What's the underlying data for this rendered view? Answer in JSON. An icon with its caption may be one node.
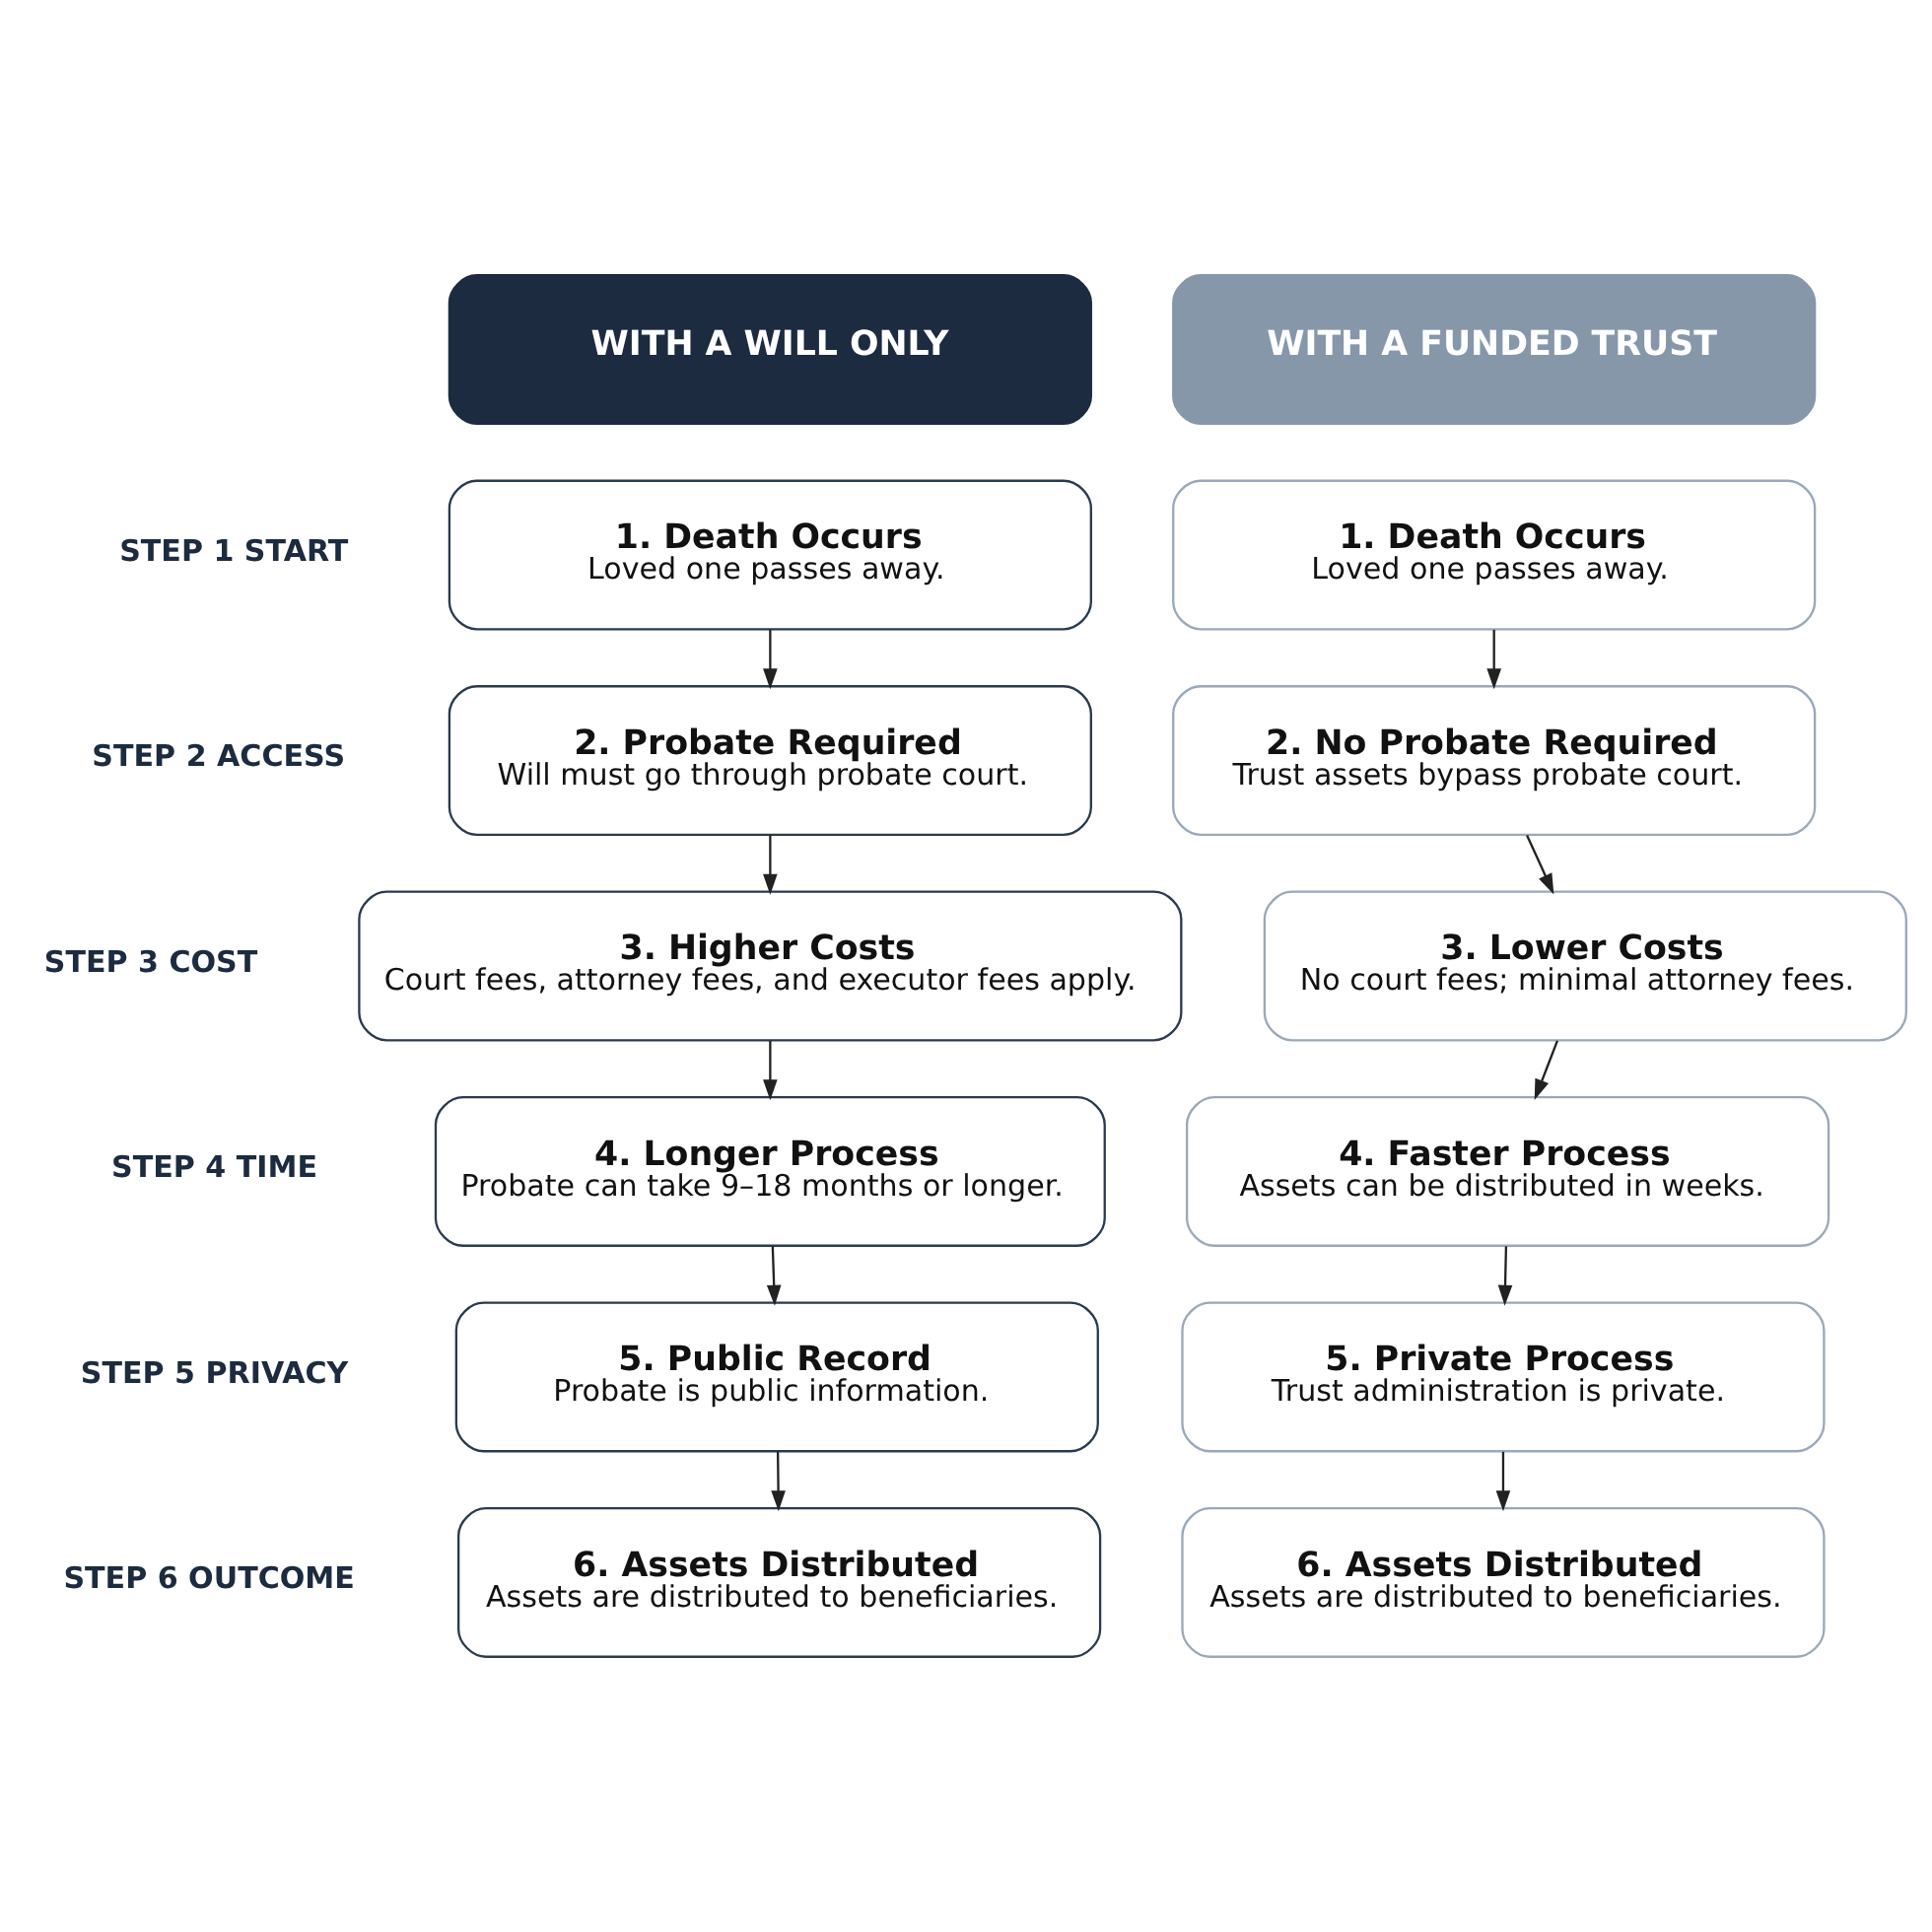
{
  "diagram": {
    "nodes": [
      {
        "text": [
          "WITH A WILL ONLY"
        ]
      },
      {
        "text": [
          "WITH A FUNDED TRUST"
        ]
      },
      {
        "text": [
          "1. Death Occurs",
          "Loved one passes away."
        ]
      },
      {
        "text": [
          "1. Death Occurs",
          "Loved one passes away."
        ]
      },
      {
        "text": [
          "2. Probate Required",
          "Will must go through probate court."
        ]
      },
      {
        "text": [
          "2. No Probate Required",
          "Trust assets bypass probate court."
        ]
      },
      {
        "text": [
          "3. Higher Costs",
          "Court fees, attorney fees, and executor fees apply."
        ]
      },
      {
        "text": [
          "3. Lower Costs",
          "No court fees; minimal attorney fees."
        ]
      },
      {
        "text": [
          "4. Longer Process",
          "Probate can take 9–18 months or longer."
        ]
      },
      {
        "text": [
          "4. Faster Process",
          "Assets can be distributed in weeks."
        ]
      },
      {
        "text": [
          "5. Public Record",
          "Probate is public information."
        ]
      },
      {
        "text": [
          "5. Private Process",
          "Trust administration is private."
        ]
      },
      {
        "text": [
          "6. Assets Distributed",
          "Assets are distributed to beneficiaries."
        ]
      },
      {
        "text": [
          "6. Assets Distributed",
          "Assets are distributed to beneficiaries."
        ]
      }
    ],
    "edges": [
      {
        "from": 2,
        "to": 4,
        "arrow": "to"
      },
      {
        "from": 4,
        "to": 6,
        "arrow": "to"
      },
      {
        "from": 6,
        "to": 8,
        "arrow": "to"
      },
      {
        "from": 8,
        "to": 10,
        "arrow": "to"
      },
      {
        "from": 10,
        "to": 12,
        "arrow": "to"
      },
      {
        "from": 3,
        "to": 5,
        "arrow": "to"
      },
      {
        "from": 5,
        "to": 7,
        "arrow": "to"
      },
      {
        "from": 7,
        "to": 9,
        "arrow": "to"
      },
      {
        "from": 9,
        "to": 11,
        "arrow": "to"
      },
      {
        "from": 11,
        "to": 13,
        "arrow": "to"
      }
    ],
    "labels": [
      "STEP 1 START",
      "STEP 2 ACCESS",
      "STEP 3 COST",
      "STEP 4 TIME",
      "STEP 5 PRIVACY",
      "STEP 6 OUTCOME"
    ]
  }
}
